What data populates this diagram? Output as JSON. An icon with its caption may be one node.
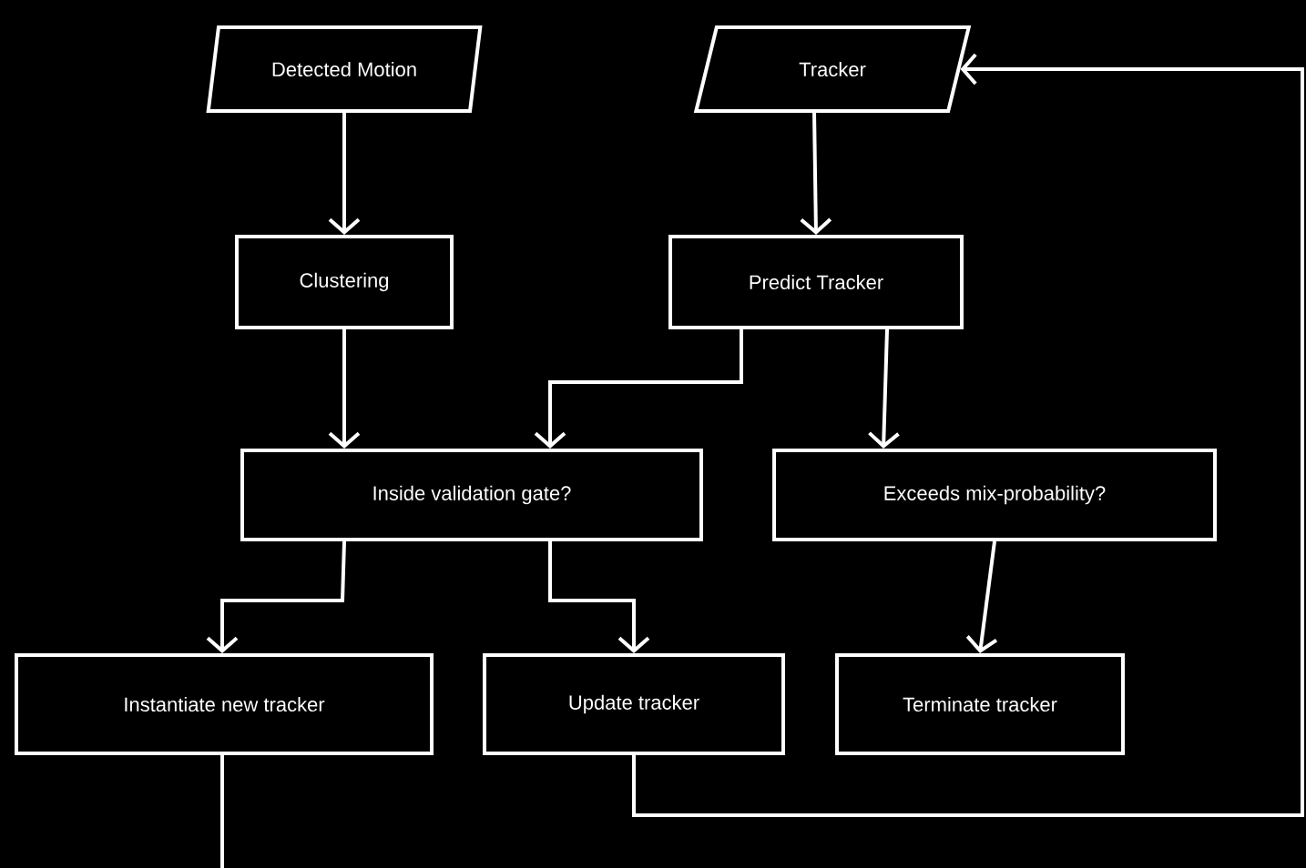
{
  "diagram": {
    "nodes": [
      {
        "text": [
          "Detected Motion"
        ]
      },
      {
        "text": [
          "Tracker"
        ]
      },
      {
        "text": [
          "Clustering"
        ]
      },
      {
        "text": [
          "Predict Tracker"
        ]
      },
      {
        "text": [
          "Inside validation gate?"
        ]
      },
      {
        "text": [
          "Exceeds mix-probability?"
        ]
      },
      {
        "text": [
          "Instantiate new tracker"
        ]
      },
      {
        "text": [
          "Update tracker"
        ]
      },
      {
        "text": [
          "Terminate tracker"
        ]
      }
    ],
    "edges": [
      {
        "from": 0,
        "to": 2,
        "arrow": "to"
      },
      {
        "from": 1,
        "to": 3,
        "arrow": "to"
      },
      {
        "from": 2,
        "to": 4,
        "arrow": "to"
      },
      {
        "from": 3,
        "to": 4,
        "arrow": "to"
      },
      {
        "from": 3,
        "to": 5,
        "arrow": "to"
      },
      {
        "from": 4,
        "to": 6,
        "arrow": "to"
      },
      {
        "from": 4,
        "to": 7,
        "arrow": "to"
      },
      {
        "from": 5,
        "to": 8,
        "arrow": "to"
      },
      {
        "from": 7,
        "to": 1,
        "arrow": "to"
      },
      {
        "from": 6,
        "to": null,
        "arrow": "none"
      }
    ]
  }
}
